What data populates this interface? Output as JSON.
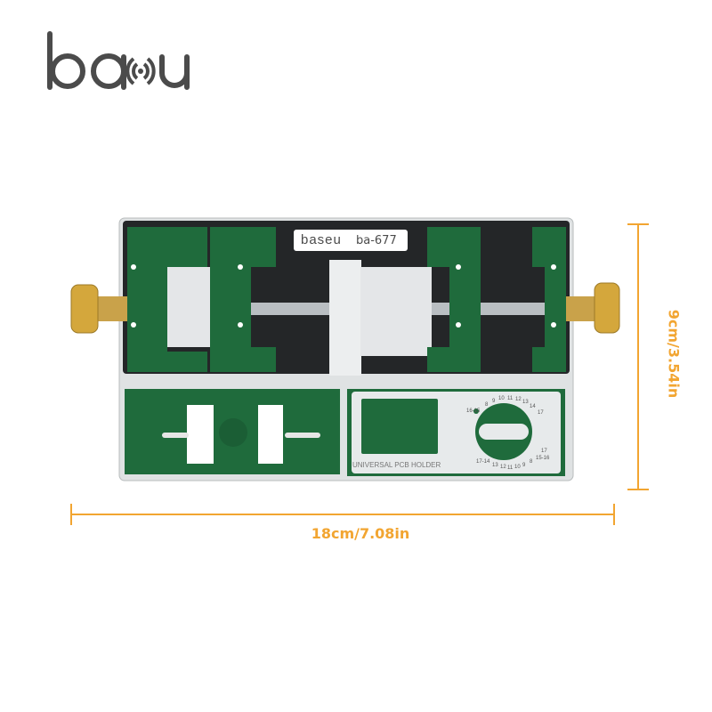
{
  "brand": {
    "logo_text": "baseu"
  },
  "product": {
    "badge_brand": "baseu",
    "model": "ba-677",
    "plate_label": "UNIVERSAL PCB HOLDER",
    "dial_numbers": [
      "16-15",
      "8",
      "9",
      "10",
      "11",
      "12",
      "13",
      "14",
      "17",
      "17",
      "15-16",
      "17-14",
      "13",
      "12",
      "11",
      "10",
      "9",
      "8"
    ]
  },
  "dimensions": {
    "width_label": "18cm/7.08in",
    "height_label": "9cm/3.54in"
  },
  "colors": {
    "accent_orange": "#f2a531",
    "body_green": "#1f6b3c",
    "brass": "#d4a73c",
    "logo_gray": "#4b4b4b"
  }
}
